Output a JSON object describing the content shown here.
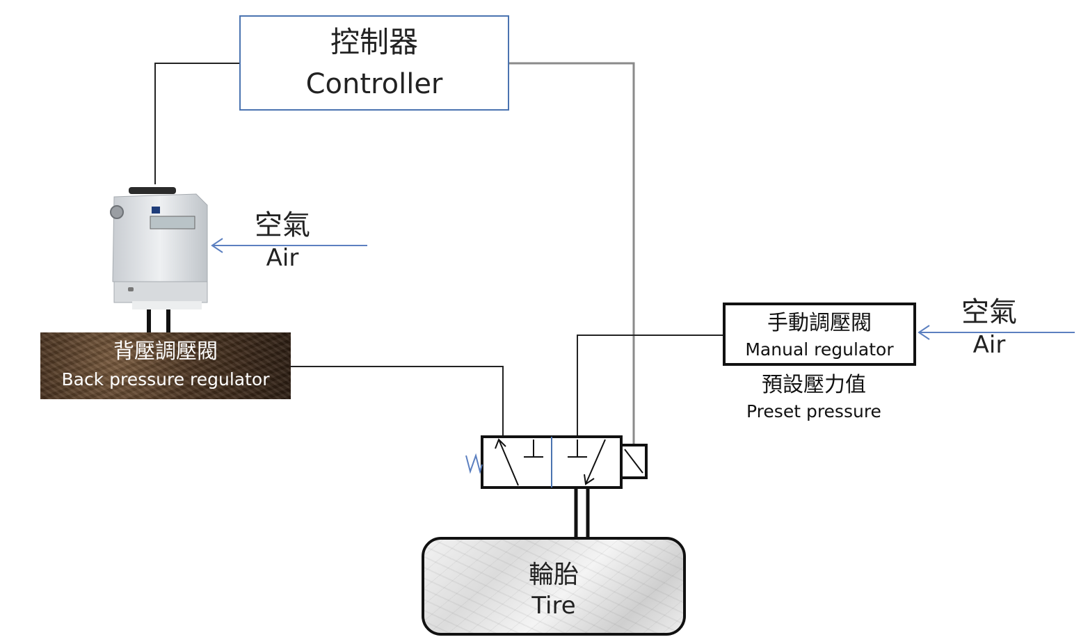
{
  "controller": {
    "label_zh": "控制器",
    "label_en": "Controller"
  },
  "back_pressure_regulator": {
    "label_zh": "背壓調壓閥",
    "label_en": "Back pressure regulator"
  },
  "manual_regulator": {
    "label_zh": "手動調壓閥",
    "label_en": "Manual regulator"
  },
  "preset_pressure": {
    "label_zh": "預設壓力值",
    "label_en": "Preset pressure"
  },
  "air_inlet_left": {
    "label_zh": "空氣",
    "label_en": "Air"
  },
  "air_inlet_right": {
    "label_zh": "空氣",
    "label_en": "Air"
  },
  "tire": {
    "label_zh": "輪胎",
    "label_en": "Tire"
  },
  "colors": {
    "controller_border": "#4a73b0",
    "air_arrow": "#5b7fc0",
    "wire": "#222222",
    "signal_wire": "#8a8a8a"
  }
}
